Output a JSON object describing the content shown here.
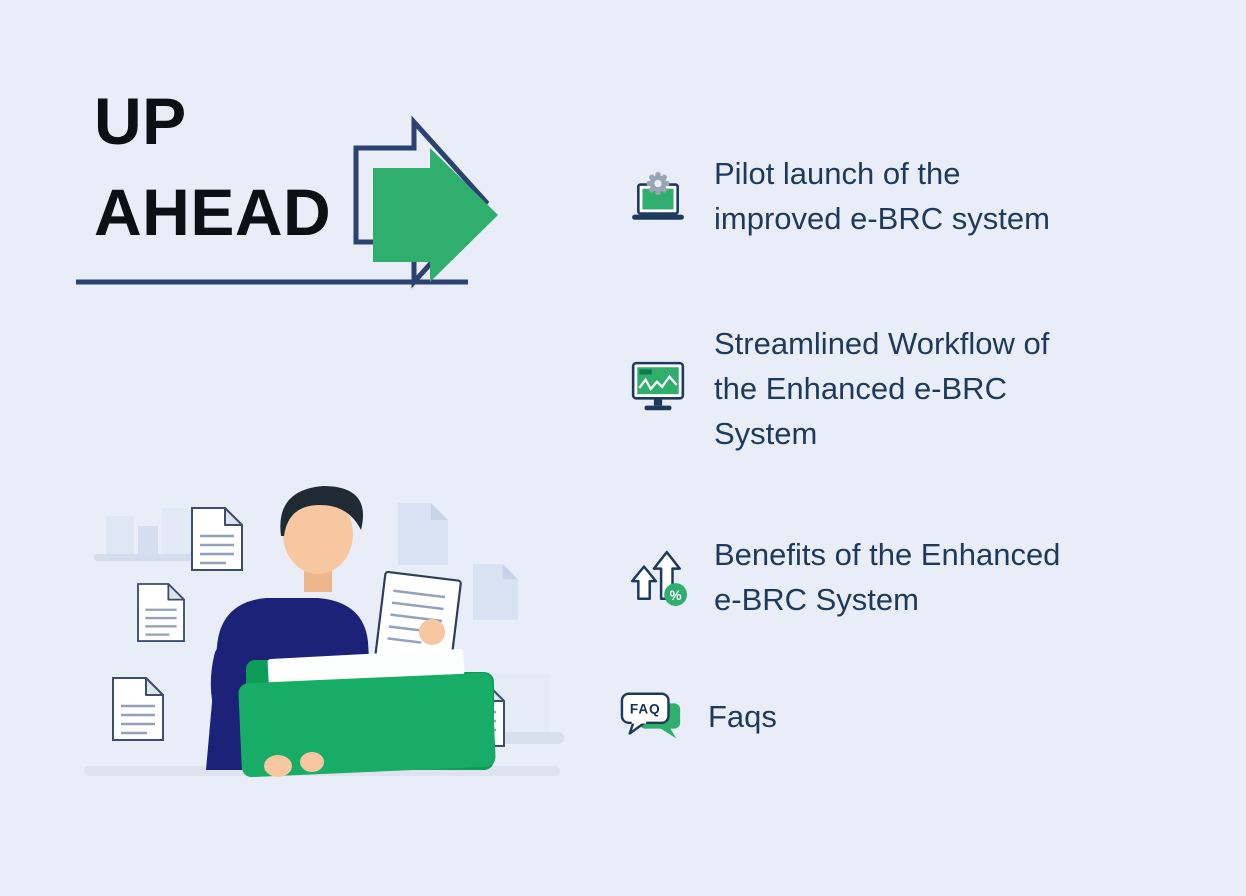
{
  "title": {
    "line1": "UP",
    "line2": "AHEAD"
  },
  "topics": [
    {
      "icon": "laptop-gear-icon",
      "label": "Pilot launch of the\nimproved e-BRC system"
    },
    {
      "icon": "monitor-chart-icon",
      "label": "Streamlined Workflow of\nthe Enhanced e-BRC\nSystem"
    },
    {
      "icon": "growth-arrows-icon",
      "label": "Benefits of the Enhanced\ne-BRC System"
    },
    {
      "icon": "faq-bubbles-icon",
      "label": "Faqs"
    }
  ],
  "icons": {
    "faq": "FAQ",
    "percent": "%"
  },
  "colors": {
    "background": "#e9edf8",
    "accent_green": "#2fae6d",
    "folder_green": "#17ad66",
    "arrow_outline_navy": "#2b4170",
    "text_navy": "#1d3a5c",
    "title_black": "#0c0f14"
  },
  "illustration": {
    "alt": "Person at a desk holding a document, with a large green folder and floating papers"
  }
}
